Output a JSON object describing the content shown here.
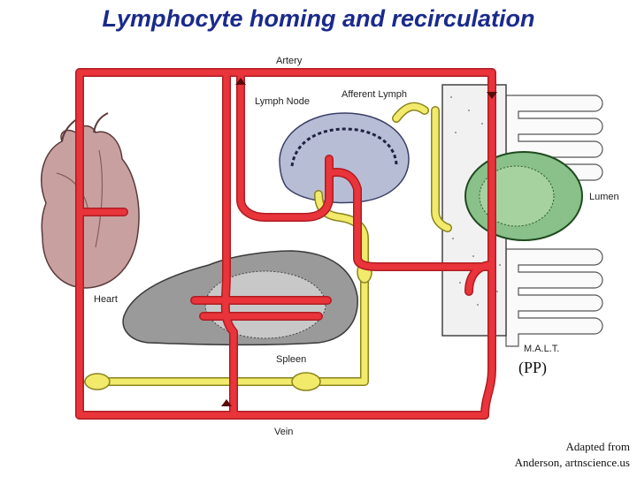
{
  "title": "Lymphocyte homing and recirculation",
  "labels": {
    "artery": "Artery",
    "lymph_node": "Lymph Node",
    "afferent_lymph": "Afferent Lymph",
    "lumen": "Lumen",
    "heart": "Heart",
    "spleen": "Spleen",
    "malt": "M.A.L.T.",
    "vein": "Vein"
  },
  "pp_label": "(PP)",
  "credit": {
    "line1": "Adapted from",
    "line2": "Anderson, artnscience.us"
  },
  "colors": {
    "title": "#1a2a8c",
    "blood_vessel": "#e8343a",
    "lymph_vessel": "#f2ea6a",
    "heart": "#c9a0a0",
    "spleen": "#9a9a9a",
    "lymph_node": "#b8bdd6",
    "peyers_patch": "#8ac08a"
  }
}
